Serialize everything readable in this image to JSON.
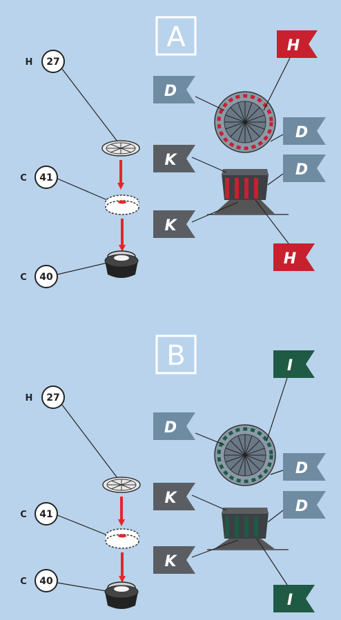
{
  "background_color": "#b9d3ec",
  "colors": {
    "flag_gray": "#6f8ba2",
    "flag_dark": "#5a5e63",
    "flag_red": "#c8202f",
    "flag_green": "#1f5a45",
    "arrow_red": "#e4262b",
    "box_white": "#ffffff"
  },
  "sections": [
    {
      "letter": "A",
      "parts": [
        {
          "prefix": "H",
          "number": "27"
        },
        {
          "prefix": "C",
          "number": "41"
        },
        {
          "prefix": "C",
          "number": "40"
        }
      ],
      "flags": {
        "top_left": "D",
        "top_right": "H",
        "mid_right": "D",
        "side_left_top": "K",
        "side_right_top": "D",
        "side_left_bottom": "K",
        "side_bottom": "H"
      },
      "accent": "red"
    },
    {
      "letter": "B",
      "parts": [
        {
          "prefix": "H",
          "number": "27"
        },
        {
          "prefix": "C",
          "number": "41"
        },
        {
          "prefix": "C",
          "number": "40"
        }
      ],
      "flags": {
        "top_left": "D",
        "top_right": "I",
        "mid_right": "D",
        "side_left_top": "K",
        "side_right_top": "D",
        "side_left_bottom": "K",
        "side_bottom": "I"
      },
      "accent": "green"
    }
  ]
}
